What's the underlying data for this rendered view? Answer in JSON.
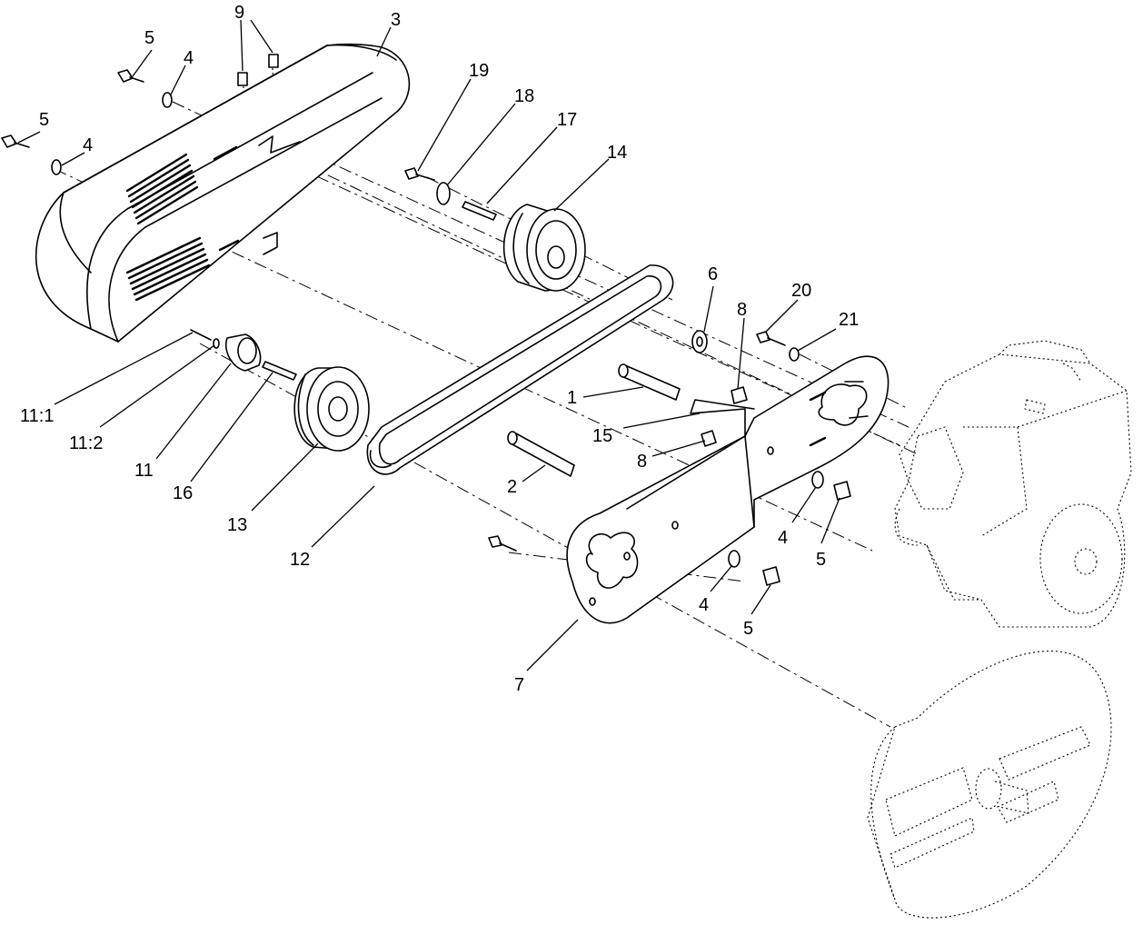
{
  "diagram": {
    "callouts": [
      {
        "id": "c1",
        "text": "1"
      },
      {
        "id": "c2",
        "text": "2"
      },
      {
        "id": "c3",
        "text": "3"
      },
      {
        "id": "c4a",
        "text": "4"
      },
      {
        "id": "c4b",
        "text": "4"
      },
      {
        "id": "c4c",
        "text": "4"
      },
      {
        "id": "c4d",
        "text": "4"
      },
      {
        "id": "c5a",
        "text": "5"
      },
      {
        "id": "c5b",
        "text": "5"
      },
      {
        "id": "c5c",
        "text": "5"
      },
      {
        "id": "c5d",
        "text": "5"
      },
      {
        "id": "c6",
        "text": "6"
      },
      {
        "id": "c7",
        "text": "7"
      },
      {
        "id": "c8a",
        "text": "8"
      },
      {
        "id": "c8b",
        "text": "8"
      },
      {
        "id": "c9",
        "text": "9"
      },
      {
        "id": "c11",
        "text": "11"
      },
      {
        "id": "c11_1",
        "text": "11:1"
      },
      {
        "id": "c11_2",
        "text": "11:2"
      },
      {
        "id": "c12",
        "text": "12"
      },
      {
        "id": "c13",
        "text": "13"
      },
      {
        "id": "c14",
        "text": "14"
      },
      {
        "id": "c15",
        "text": "15"
      },
      {
        "id": "c16",
        "text": "16"
      },
      {
        "id": "c17",
        "text": "17"
      },
      {
        "id": "c18",
        "text": "18"
      },
      {
        "id": "c19",
        "text": "19"
      },
      {
        "id": "c20",
        "text": "20"
      },
      {
        "id": "c21",
        "text": "21"
      }
    ]
  }
}
